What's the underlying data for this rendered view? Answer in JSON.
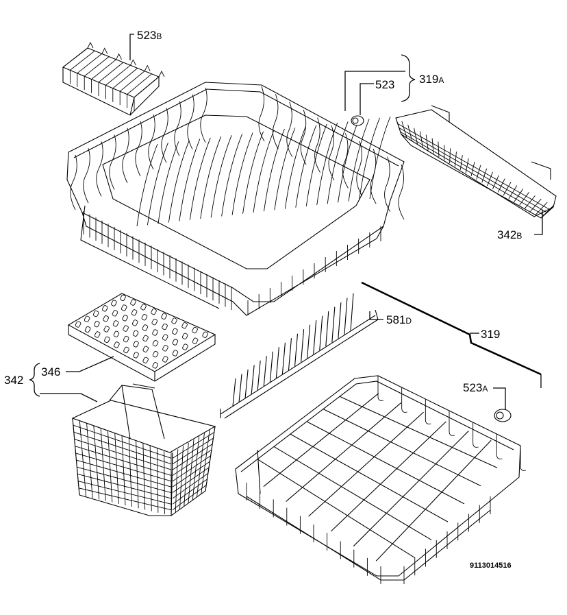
{
  "labels": {
    "l523b": {
      "main": "523",
      "suffix": "B"
    },
    "l523": {
      "main": "523",
      "suffix": ""
    },
    "l319a": {
      "main": "319",
      "suffix": "A"
    },
    "l342b": {
      "main": "342",
      "suffix": "B"
    },
    "l581d": {
      "main": "581",
      "suffix": "D"
    },
    "l319": {
      "main": "319",
      "suffix": ""
    },
    "l346": {
      "main": "346",
      "suffix": ""
    },
    "l342": {
      "main": "342",
      "suffix": ""
    },
    "l523a": {
      "main": "523",
      "suffix": "A"
    }
  },
  "diagram_code": "9113014516"
}
